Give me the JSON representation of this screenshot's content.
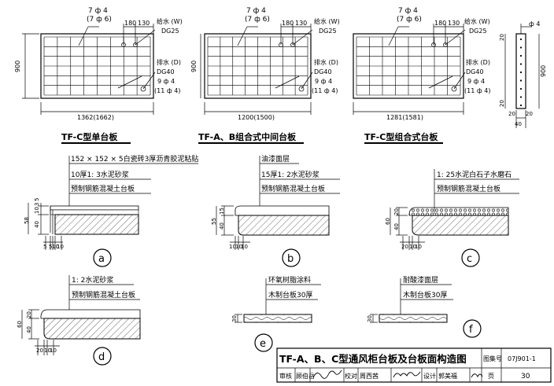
{
  "plans": [
    {
      "title": "TF-C型单台板",
      "rebar_top_1": "7 ф 4",
      "rebar_top_2": "(7 ф 6)",
      "dim_a": "180",
      "dim_b": "130",
      "water_in": "给水 (W)",
      "water_in_size": "DG25",
      "drain": "排水 (D)",
      "drain_size": "DG40",
      "rebar_side_1": "9 ф 4",
      "rebar_side_2": "(11 ф 4)",
      "height": "900",
      "width": "1362(1662)"
    },
    {
      "title": "TF-A、B组合式中间台板",
      "rebar_top_1": "7 ф 4",
      "rebar_top_2": "(7 ф 6)",
      "dim_a": "180",
      "dim_b": "130",
      "water_in": "给水 (W)",
      "water_in_size": "DG25",
      "drain": "排水 (D)",
      "drain_size": "DG40",
      "rebar_side_1": "9 ф 4",
      "rebar_side_2": "(11 ф 4)",
      "height": "900",
      "width": "1200(1500)"
    },
    {
      "title": "TF-C型组合式台板",
      "rebar_top_1": "7 ф 4",
      "rebar_top_2": "(7 ф 6)",
      "dim_a": "180",
      "dim_b": "130",
      "water_in": "给水 (W)",
      "water_in_size": "DG25",
      "drain": "排水 (D)",
      "drain_size": "DG40",
      "rebar_side_1": "9 ф 4",
      "rebar_side_2": "(11 ф 4)",
      "width": "1281(1581)"
    }
  ],
  "side_section": {
    "rebar": "ф 4",
    "height": "900",
    "dim_top": "20",
    "dim_bottom": "20",
    "dim_left": "20",
    "dim_width": "40"
  },
  "details": [
    {
      "id": "a",
      "layers": [
        "152 × 152 × 5白瓷砖3厚沥青胶泥粘贴",
        "10厚1: 3水泥砂浆",
        "预制钢筋混凝土台板"
      ],
      "dims_v": [
        "58",
        "40",
        "10",
        "3",
        "5"
      ],
      "dims_h": [
        "5",
        "5",
        "10",
        "10"
      ]
    },
    {
      "id": "b",
      "layers": [
        "油漆面层",
        "15厚1: 2水泥砂浆",
        "预制钢筋混凝土台板"
      ],
      "dims_v": [
        "55",
        "40",
        "15"
      ],
      "dims_h": [
        "10",
        "10",
        "10"
      ]
    },
    {
      "id": "c",
      "layers": [
        "1: 25水泥白石子水磨石",
        "预制钢筋混凝土台板"
      ],
      "dims_v": [
        "60",
        "40",
        "20"
      ],
      "dims_h": [
        "20",
        "10",
        "10"
      ]
    },
    {
      "id": "d",
      "layers": [
        "1: 2水泥砂浆",
        "预制钢筋混凝土台板"
      ],
      "dims_v": [
        "60",
        "40",
        "20"
      ],
      "dims_h": [
        "20",
        "10",
        "10"
      ]
    },
    {
      "id": "e",
      "layers": [
        "环氧树脂涂料",
        "木制台板30厚"
      ],
      "dims_v": [
        "30"
      ]
    },
    {
      "id": "f",
      "layers": [
        "耐酸漆面层",
        "木制台板30厚"
      ],
      "dims_v": [
        "30"
      ]
    }
  ],
  "title_block": {
    "title": "TF-A、B、C型通风柜台板及台板面构造图",
    "atlas_label": "图集号",
    "atlas_no": "07J901-1",
    "row2": [
      "审核",
      "顾伯岳",
      "校对",
      "周西茜",
      "设计",
      "郭美福"
    ],
    "page_label": "页",
    "page_no": "30"
  }
}
